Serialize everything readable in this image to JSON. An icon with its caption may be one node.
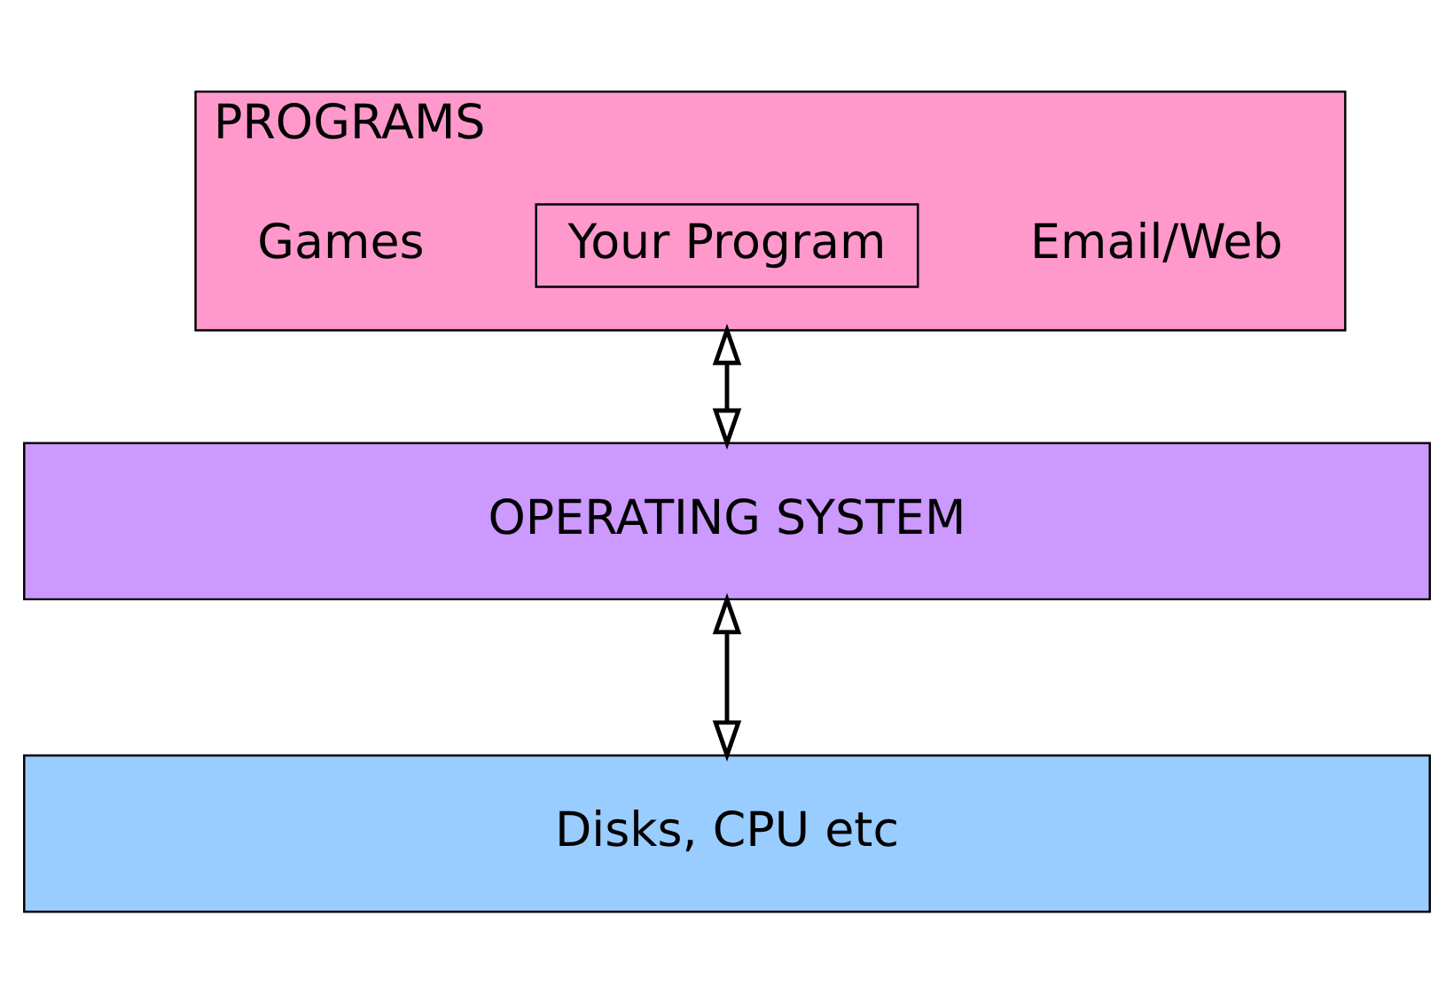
{
  "diagram": {
    "nodes": [
      {
        "text": [
          "PROGRAMS"
        ]
      },
      {
        "text": [
          "Your Program"
        ],
        "in": 0
      },
      {
        "text": [
          "OPERATING SYSTEM"
        ]
      },
      {
        "text": [
          "Disks, CPU etc"
        ]
      }
    ],
    "edges": [
      {
        "from": 0,
        "to": 2,
        "arrow": "both"
      },
      {
        "from": 2,
        "to": 3,
        "arrow": "both"
      }
    ],
    "labels": [
      "Games",
      "Email/Web"
    ]
  }
}
